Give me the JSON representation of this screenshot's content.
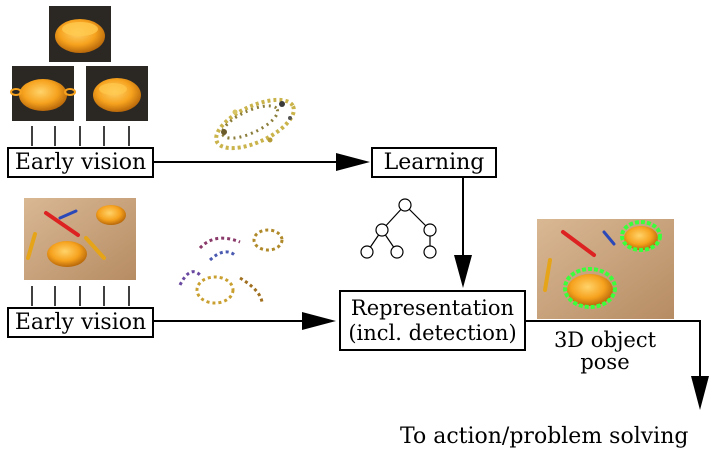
{
  "boxes": {
    "early_vision_top": "Early vision",
    "early_vision_bottom": "Early vision",
    "learning": "Learning",
    "representation_line1": "Representation",
    "representation_line2": "(incl. detection)"
  },
  "labels": {
    "pose_line1": "3D object",
    "pose_line2": "pose",
    "action": "To action/problem solving"
  },
  "colors": {
    "pot": "#f6a21e",
    "background_dark": "#2b2824",
    "table": "#c9a27a",
    "detection_overlay": "#3cff3c"
  }
}
